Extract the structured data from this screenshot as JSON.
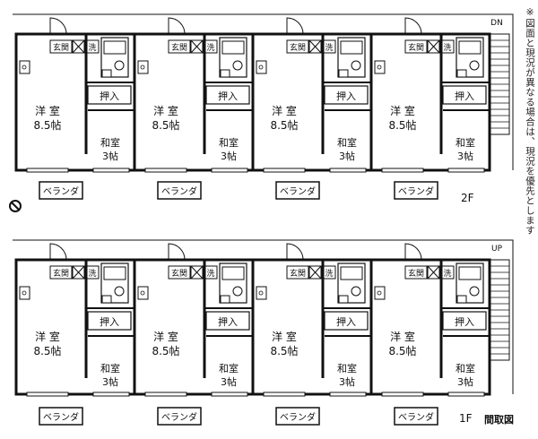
{
  "note": "※図面と現況が異なる場合は、現況を優先とします",
  "legend": "間取図",
  "compass_icon": "no-entry-compass-icon",
  "floors": [
    {
      "id": "2F",
      "label": "2F",
      "stair_label": "DN",
      "units": [
        {
          "entrance": "玄関",
          "wash": "洗",
          "closet": "押入",
          "western_room": "洋 室",
          "western_size": "8.5帖",
          "japanese_room": "和室",
          "japanese_size": "3帖",
          "balcony": "ベランダ"
        },
        {
          "entrance": "玄関",
          "wash": "洗",
          "closet": "押入",
          "western_room": "洋 室",
          "western_size": "8.5帖",
          "japanese_room": "和室",
          "japanese_size": "3帖",
          "balcony": "ベランダ"
        },
        {
          "entrance": "玄関",
          "wash": "洗",
          "closet": "押入",
          "western_room": "洋 室",
          "western_size": "8.5帖",
          "japanese_room": "和室",
          "japanese_size": "3帖",
          "balcony": "ベランダ"
        },
        {
          "entrance": "玄関",
          "wash": "洗",
          "closet": "押入",
          "western_room": "洋 室",
          "western_size": "8.5帖",
          "japanese_room": "和室",
          "japanese_size": "3帖",
          "balcony": "ベランダ"
        }
      ]
    },
    {
      "id": "1F",
      "label": "1F",
      "stair_label": "UP",
      "units": [
        {
          "entrance": "玄関",
          "wash": "洗",
          "closet": "押入",
          "western_room": "洋 室",
          "western_size": "8.5帖",
          "japanese_room": "和室",
          "japanese_size": "3帖",
          "balcony": "ベランダ"
        },
        {
          "entrance": "玄関",
          "wash": "洗",
          "closet": "押入",
          "western_room": "洋 室",
          "western_size": "8.5帖",
          "japanese_room": "和室",
          "japanese_size": "3帖",
          "balcony": "ベランダ"
        },
        {
          "entrance": "玄関",
          "wash": "洗",
          "closet": "押入",
          "western_room": "洋 室",
          "western_size": "8.5帖",
          "japanese_room": "和室",
          "japanese_size": "3帖",
          "balcony": "ベランダ"
        },
        {
          "entrance": "玄関",
          "wash": "洗",
          "closet": "押入",
          "western_room": "洋 室",
          "western_size": "8.5帖",
          "japanese_room": "和室",
          "japanese_size": "3帖",
          "balcony": "ベランダ"
        }
      ]
    }
  ]
}
